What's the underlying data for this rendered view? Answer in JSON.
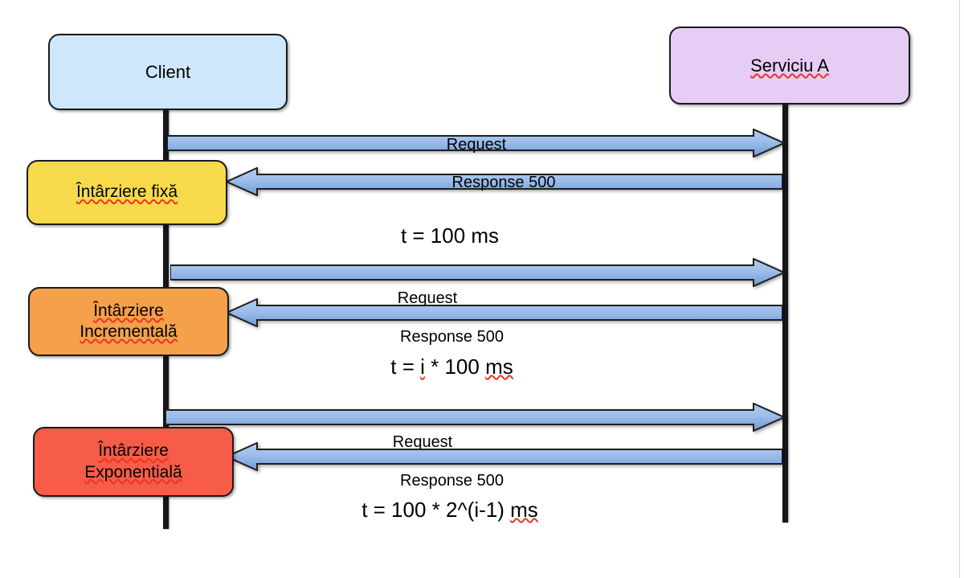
{
  "diagram": {
    "title": "Retry backoff sequence diagram",
    "participants": {
      "client": {
        "label": "Client",
        "fill": "#cfe7fb"
      },
      "service": {
        "label": "Serviciu A",
        "fill": "#e6cdf6",
        "misspelled": true
      }
    },
    "delay_boxes": [
      {
        "id": "fixed",
        "lines": [
          "Întârziere fixă"
        ],
        "fill": "#f7d94c"
      },
      {
        "id": "incremental",
        "lines": [
          "Întârziere",
          "Incrementală"
        ],
        "fill": "#f5a04a"
      },
      {
        "id": "exponential",
        "lines": [
          "Întârziere",
          "Exponentială"
        ],
        "fill": "#f75c48"
      }
    ],
    "exchanges": [
      {
        "request_label": "Request",
        "response_label": "Response 500",
        "timing_label": "t = 100 ms"
      },
      {
        "request_label": "Request",
        "response_label": "Response 500",
        "timing_label": "t = i * 100 ms"
      },
      {
        "request_label": "Request",
        "response_label": "Response 500",
        "timing_label": "t = 100 * 2^(i-1) ms"
      }
    ],
    "colors": {
      "arrow_fill_light": "#a8c6ee",
      "arrow_fill_dark": "#6e9cd8",
      "arrow_stroke": "#1f1f1f",
      "lifeline": "#15161c",
      "spellcheck_underline": "#ee3322"
    }
  }
}
